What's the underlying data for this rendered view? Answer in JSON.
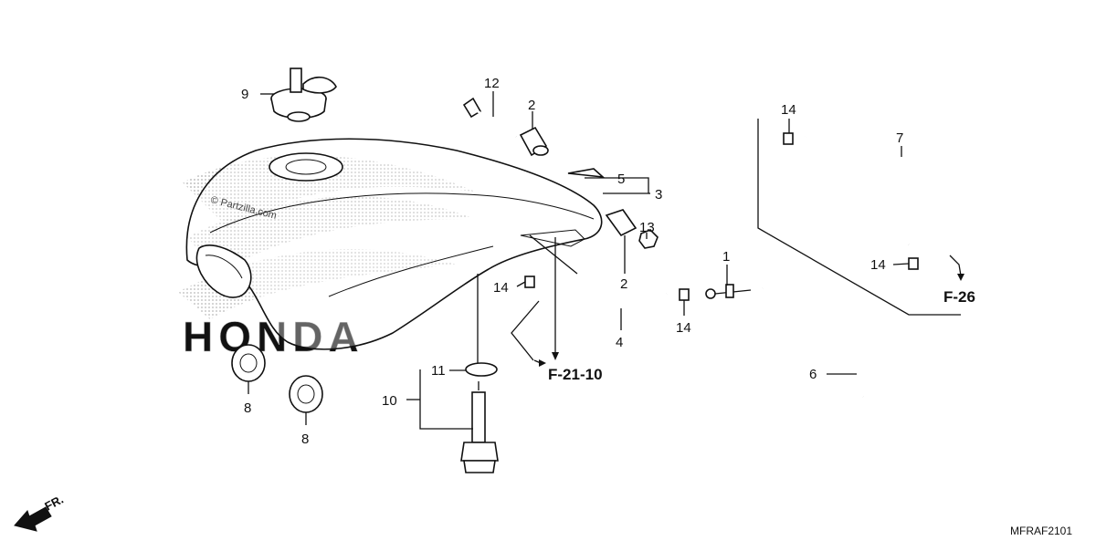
{
  "diagram": {
    "part_labels": [
      {
        "id": "p9",
        "text": "9"
      },
      {
        "id": "p12",
        "text": "12"
      },
      {
        "id": "p2a",
        "text": "2"
      },
      {
        "id": "p5",
        "text": "5"
      },
      {
        "id": "p3",
        "text": "3"
      },
      {
        "id": "p13",
        "text": "13"
      },
      {
        "id": "p2b",
        "text": "2"
      },
      {
        "id": "p14a",
        "text": "14"
      },
      {
        "id": "p4",
        "text": "4"
      },
      {
        "id": "p1",
        "text": "1"
      },
      {
        "id": "p14b",
        "text": "14"
      },
      {
        "id": "p14c",
        "text": "14"
      },
      {
        "id": "p7",
        "text": "7"
      },
      {
        "id": "p14d",
        "text": "14"
      },
      {
        "id": "p6",
        "text": "6"
      },
      {
        "id": "p11",
        "text": "11"
      },
      {
        "id": "p10",
        "text": "10"
      },
      {
        "id": "p8a",
        "text": "8"
      },
      {
        "id": "p8b",
        "text": "8"
      }
    ],
    "references": {
      "f2110": "F-21-10",
      "f26": "F-26"
    },
    "watermark": "© Partzilla.com",
    "brand_watermark": "HONDA",
    "front_indicator": "FR.",
    "diagram_code": "MFRAF2101"
  }
}
